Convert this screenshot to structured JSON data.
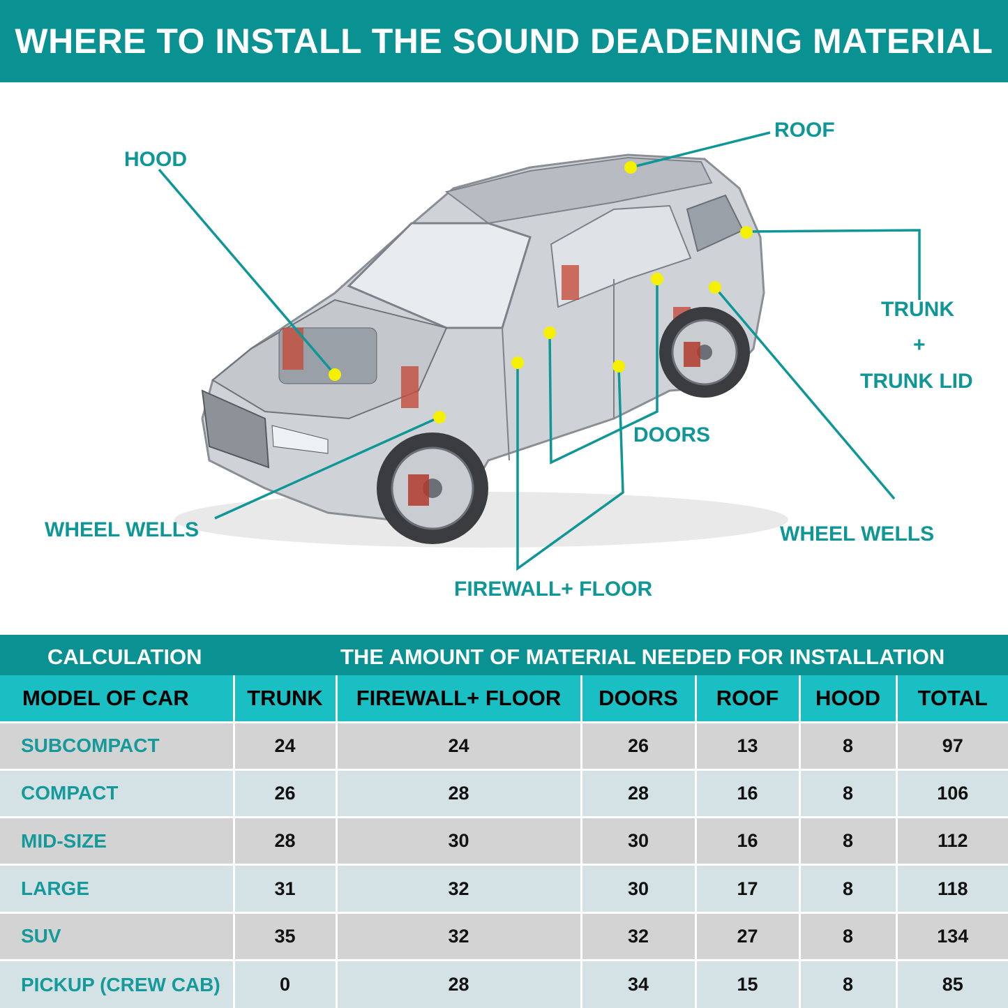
{
  "header": {
    "title": "WHERE TO INSTALL THE SOUND DEADENING MATERIAL"
  },
  "diagram": {
    "image_subject": "car-cutaway",
    "labels": {
      "hood": "HOOD",
      "roof": "ROOF",
      "trunk": "TRUNK",
      "trunk_plus": "+",
      "trunk_lid": "TRUNK LID",
      "doors": "DOORS",
      "wheel_wells_left": "WHEEL WELLS",
      "wheel_wells_right": "WHEEL WELLS",
      "firewall_floor": "FIREWALL+ FLOOR"
    }
  },
  "calculation": {
    "left_label": "CALCULATION",
    "right_label": "THE AMOUNT OF MATERIAL NEEDED FOR INSTALLATION"
  },
  "table": {
    "columns": [
      "MODEL OF CAR",
      "TRUNK",
      "FIREWALL+ FLOOR",
      "DOORS",
      "ROOF",
      "HOOD",
      "TOTAL"
    ],
    "rows": [
      [
        "SUBCOMPACT",
        "24",
        "24",
        "26",
        "13",
        "8",
        "97"
      ],
      [
        "COMPACT",
        "26",
        "28",
        "28",
        "16",
        "8",
        "106"
      ],
      [
        "MID-SIZE",
        "28",
        "30",
        "30",
        "16",
        "8",
        "112"
      ],
      [
        "LARGE",
        "31",
        "32",
        "30",
        "17",
        "8",
        "118"
      ],
      [
        "SUV",
        "35",
        "32",
        "32",
        "27",
        "8",
        "134"
      ],
      [
        "PICKUP (CREW CAB)",
        "0",
        "28",
        "34",
        "15",
        "8",
        "85"
      ]
    ]
  },
  "colors": {
    "teal_dark": "#0a9192",
    "teal_header": "#19bfc2",
    "label_teal": "#0f9696",
    "marker_yellow": "#f4f000",
    "row_gray": "#d3d3d3",
    "row_blue": "#d4e2e6"
  }
}
